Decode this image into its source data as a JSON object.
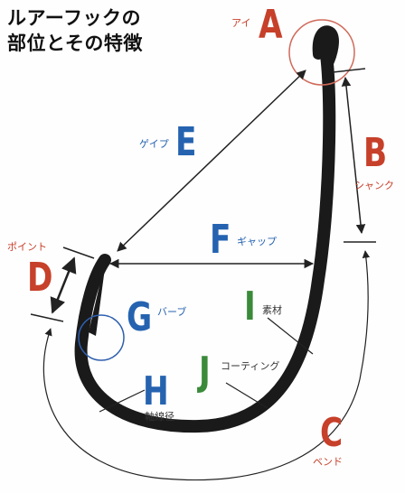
{
  "title": {
    "line1": "ルアーフックの",
    "line2": "部位とその特徴"
  },
  "parts": {
    "A": {
      "letter": "A",
      "name": "アイ"
    },
    "B": {
      "letter": "B",
      "name": "シャンク"
    },
    "C": {
      "letter": "C",
      "name": "ベンド"
    },
    "D": {
      "letter": "D",
      "name": "ポイント"
    },
    "E": {
      "letter": "E",
      "name": "ゲイプ"
    },
    "F": {
      "letter": "F",
      "name": "ギャップ"
    },
    "G": {
      "letter": "G",
      "name": "バーブ"
    },
    "H": {
      "letter": "H",
      "name": "軸線径"
    },
    "I": {
      "letter": "I",
      "name": "素材"
    },
    "J": {
      "letter": "J",
      "name": "コーティング"
    }
  },
  "colors": {
    "red": "#c7402a",
    "blue": "#2563b0",
    "green": "#3a8a3a",
    "hook": "#1a1a1a",
    "arrows": "#222222"
  }
}
